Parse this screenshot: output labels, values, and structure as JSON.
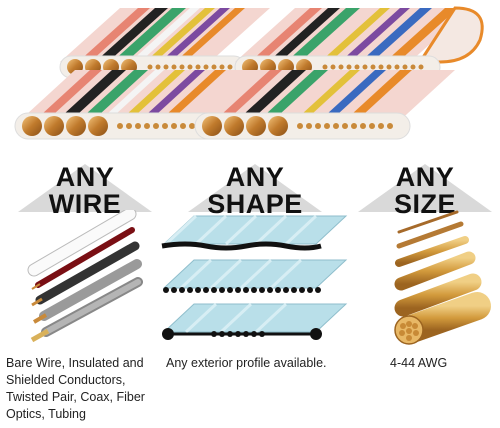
{
  "columns": [
    {
      "heading_top": "ANY",
      "heading_bottom": "WIRE",
      "caption": "Bare Wire, Insulated and Shielded Conductors, Twisted Pair, Coax, Fiber Optics, Tubing"
    },
    {
      "heading_top": "ANY",
      "heading_bottom": "SHAPE",
      "caption": "Any exterior profile available."
    },
    {
      "heading_top": "ANY",
      "heading_bottom": "SIZE",
      "caption": "4-44 AWG"
    }
  ],
  "colors": {
    "heading_triangle": "#d9d9d9",
    "heading_text": "#111111",
    "copper": "#c98a3a",
    "cable_jacket": "#b9dfe9"
  }
}
